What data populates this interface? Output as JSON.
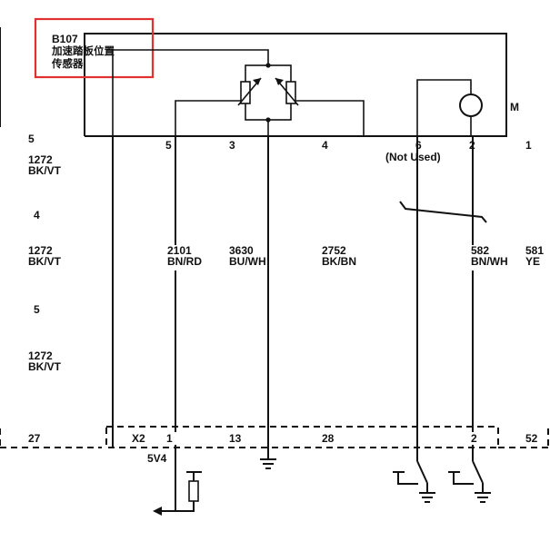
{
  "component": {
    "code": "B107",
    "name_line1": "加速踏板位置",
    "name_line2": "传感器",
    "motor_label": "M"
  },
  "highlight_color": "#e03030",
  "pins_top": {
    "left_pin": "5",
    "pin5": "5",
    "pin3": "3",
    "pin4": "4",
    "pin6": "6",
    "pin6_note": "(Not Used)",
    "pin2": "2",
    "pin1": "1"
  },
  "wires": {
    "row1": {
      "pin": "4",
      "num": "1272",
      "color": "BK/VT"
    },
    "row2": {
      "pin": "5",
      "num": "1272",
      "color": "BK/VT"
    },
    "left_top": {
      "num": "1272",
      "color": "BK/VT"
    },
    "w2101": {
      "num": "2101",
      "color": "BN/RD"
    },
    "w3630": {
      "num": "3630",
      "color": "BU/WH"
    },
    "w2752": {
      "num": "2752",
      "color": "BK/BN"
    },
    "w582": {
      "num": "582",
      "color": "BN/WH"
    },
    "w581": {
      "num": "581",
      "color": "YE"
    }
  },
  "connector_pins": {
    "p27": "27",
    "x2": "X2",
    "p1": "1",
    "p13": "13",
    "p28": "28",
    "p2": "2",
    "p52": "52"
  },
  "supply_label": "5V4"
}
